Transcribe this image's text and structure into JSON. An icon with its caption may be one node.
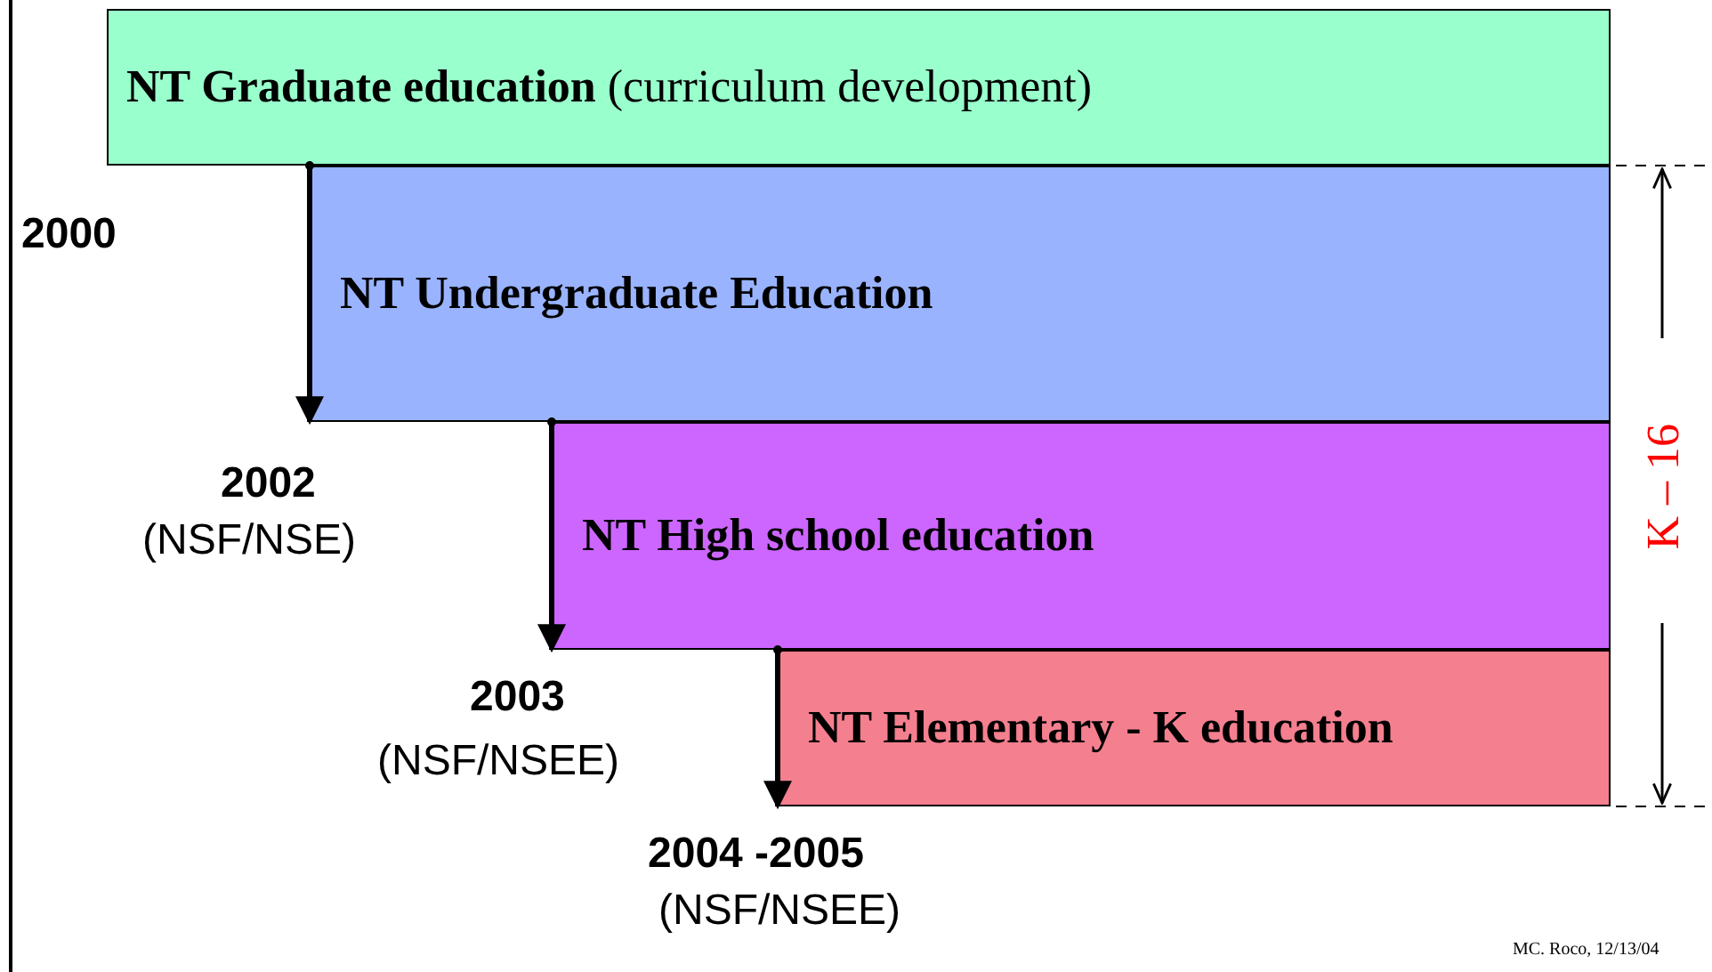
{
  "diagram": {
    "nodes": [
      {
        "text": [
          "**NT Graduate education** (curriculum development)"
        ]
      },
      {
        "text": [
          "NT Undergraduate Education"
        ]
      },
      {
        "text": [
          "NT High school education"
        ]
      },
      {
        "text": [
          "NT Elementary - K education"
        ]
      }
    ],
    "edges": [
      {
        "from": 0,
        "to": 1,
        "arrow": "to"
      },
      {
        "from": 1,
        "to": 2,
        "arrow": "to"
      },
      {
        "from": 2,
        "to": 3,
        "arrow": "to"
      }
    ],
    "labels": [
      "2000",
      "2002",
      "(NSF/NSE)",
      "2003",
      "(NSF/NSEE)",
      "2004 -2005",
      "(NSF/NSEE)",
      "K – 16",
      "MC. Roco, 12/13/04"
    ]
  }
}
